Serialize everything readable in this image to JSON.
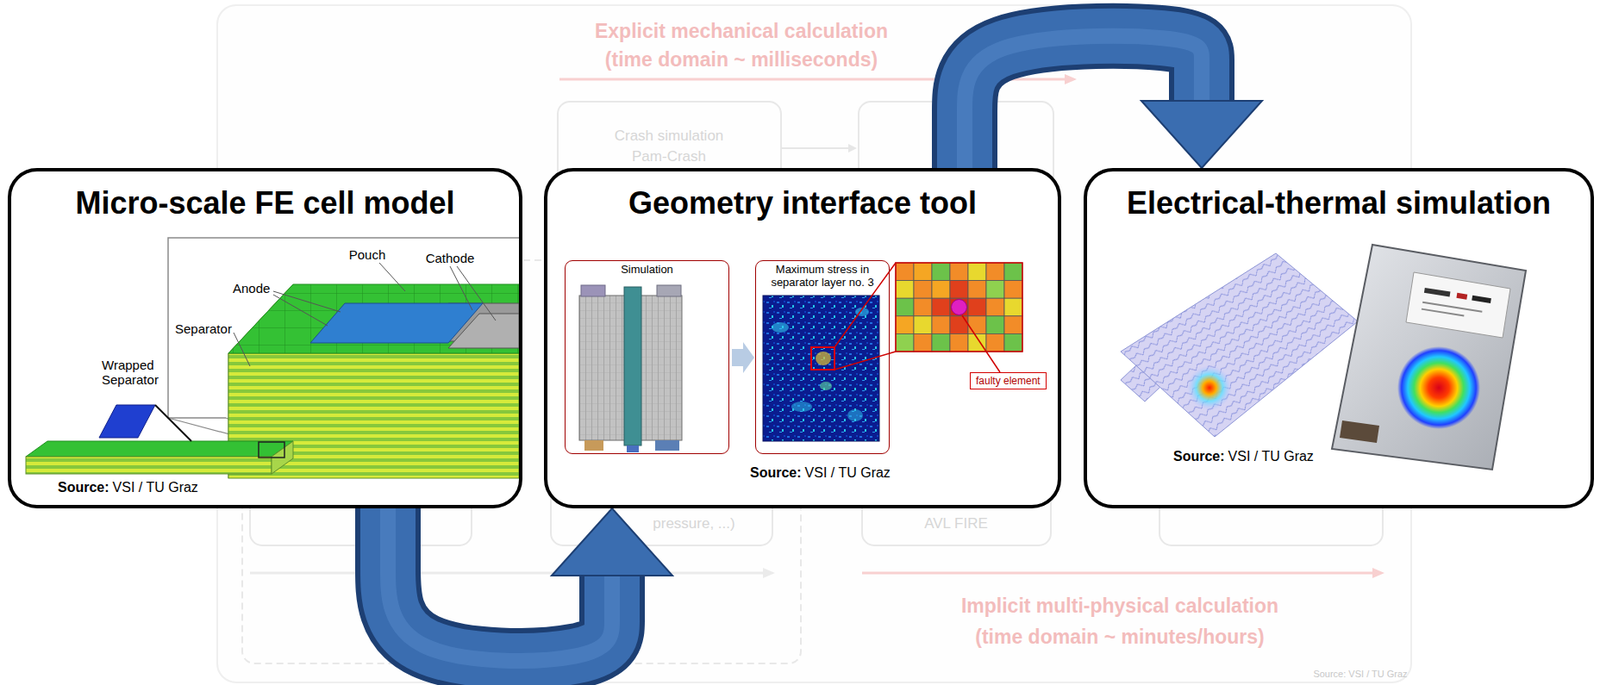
{
  "diagram": {
    "nodes": [
      {
        "text": [
          "Micro-scale FE cell model"
        ]
      },
      {
        "text": [
          "Geometry interface tool"
        ]
      },
      {
        "text": [
          "Simulation"
        ],
        "in": 1
      },
      {
        "text": [
          "Maximum stress in separator layer no. 3"
        ],
        "in": 1
      },
      {
        "text": [
          "faulty element"
        ],
        "in": 1
      },
      {
        "text": [
          "Electrical-thermal simulation"
        ]
      }
    ],
    "edges": [
      {
        "from": 0,
        "to": 1,
        "arrow": "to"
      },
      {
        "from": 1,
        "to": 5,
        "arrow": "to"
      }
    ],
    "labels": [
      "Explicit mechanical calculation",
      "(time domain ~ milliseconds)",
      "Crash simulation",
      "Pam-Crash",
      "Wrapped Separator",
      "Separator",
      "Anode",
      "Pouch",
      "Cathode",
      "Source:",
      "VSI / TU Graz",
      "Source:",
      "VSI / TU Graz",
      "Source:",
      "VSI / TU Graz",
      "pressure, ...)",
      "AVL FIRE",
      "Implicit multi-physical calculation",
      "(time domain ~ minutes/hours)",
      "Source: VSI / TU Graz"
    ]
  }
}
